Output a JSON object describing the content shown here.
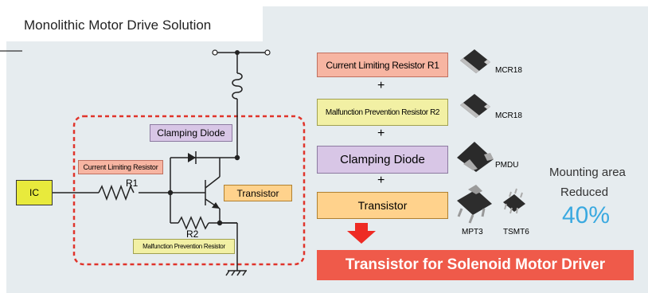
{
  "title": "Monolithic Motor Drive Solution",
  "circuit": {
    "ic_label": "IC",
    "r1_label": "R1",
    "r2_label": "R2",
    "clamping_diode_label": "Clamping Diode",
    "current_limiting_label": "Current Limiting Resistor",
    "transistor_label": "Transistor",
    "malfunction_label": "Malfunction Prevention Resistor"
  },
  "components": [
    {
      "name": "Current Limiting Resistor R1",
      "package": "MCR18"
    },
    {
      "name": "Malfunction Prevention Resistor R2",
      "package": "MCR18"
    },
    {
      "name": "Clamping Diode",
      "package": "PMDU"
    },
    {
      "name": "Transistor",
      "packages": [
        "MPT3",
        "TSMT6"
      ]
    }
  ],
  "plus_sign": "+",
  "mounting": {
    "line1": "Mounting area",
    "line2": "Reduced",
    "value": "40%"
  },
  "result_label": "Transistor for Solenoid Motor Driver",
  "colors": {
    "panel_bg": "#e6ecef",
    "pink": "#f7b5a2",
    "yellow": "#f2f0a4",
    "purple": "#d8c6e6",
    "orange": "#ffd28c",
    "red": "#ef5a4a",
    "accent_blue": "#3aa9e0",
    "ic_yellow": "#e8ea3c"
  }
}
